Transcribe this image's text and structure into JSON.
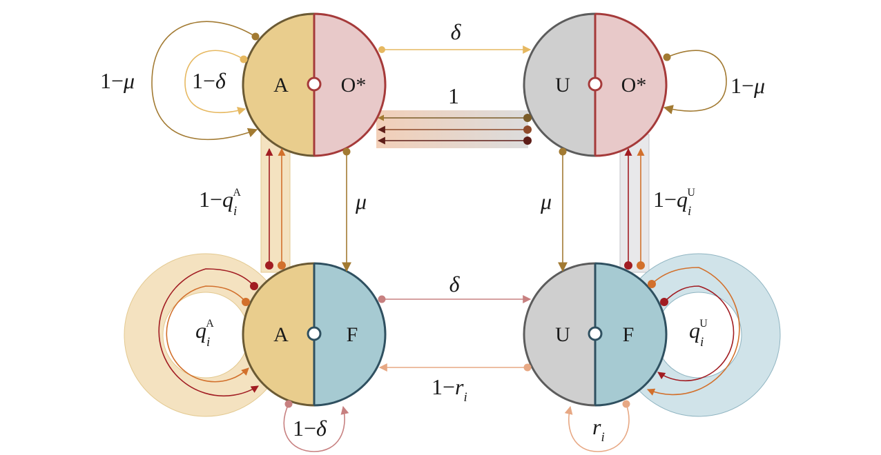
{
  "colors": {
    "A": "#e9cd8d",
    "A_stroke": "#6b5a34",
    "O": "#e8c9c9",
    "O_stroke": "#a53a3a",
    "U": "#cfcfcf",
    "U_stroke": "#5c5c5c",
    "F": "#a6cad2",
    "F_stroke": "#2f5060",
    "brown": "#a27a32",
    "gold": "#e6b860",
    "red": "#a11c22",
    "orange": "#d2702c",
    "darkred": "#5e1d18",
    "pink": "#c78080",
    "peach": "#e7a884"
  },
  "nodes": {
    "top_left": {
      "left": "A",
      "right": "O*"
    },
    "top_right": {
      "left": "U",
      "right": "O*"
    },
    "bottom_left": {
      "left": "A",
      "right": "F"
    },
    "bottom_right": {
      "left": "U",
      "right": "F"
    }
  },
  "edges": {
    "top_delta": {
      "sym": "δ"
    },
    "top_one": {
      "text": "1"
    },
    "tl_self_outer": {
      "pre": "1−",
      "sym": "μ"
    },
    "tl_self_inner": {
      "pre": "1−",
      "sym": "δ"
    },
    "tr_self": {
      "pre": "1−",
      "sym": "μ"
    },
    "left_vertical": {
      "pre": "1−",
      "sym": "q",
      "sub": "i",
      "sup": "A"
    },
    "left_mu": {
      "sym": "μ"
    },
    "right_mu": {
      "sym": "μ"
    },
    "right_vertical": {
      "pre": "1−",
      "sym": "q",
      "sub": "i",
      "sup": "U"
    },
    "bl_loop": {
      "sym": "q",
      "sub": "i",
      "sup": "A"
    },
    "br_loop": {
      "sym": "q",
      "sub": "i",
      "sup": "U"
    },
    "bottom_delta": {
      "sym": "δ"
    },
    "bottom_return": {
      "pre": "1−",
      "sym": "r",
      "sub": "i"
    },
    "bl_self": {
      "pre": "1−",
      "sym": "δ"
    },
    "br_self": {
      "sym": "r",
      "sub": "i"
    }
  }
}
